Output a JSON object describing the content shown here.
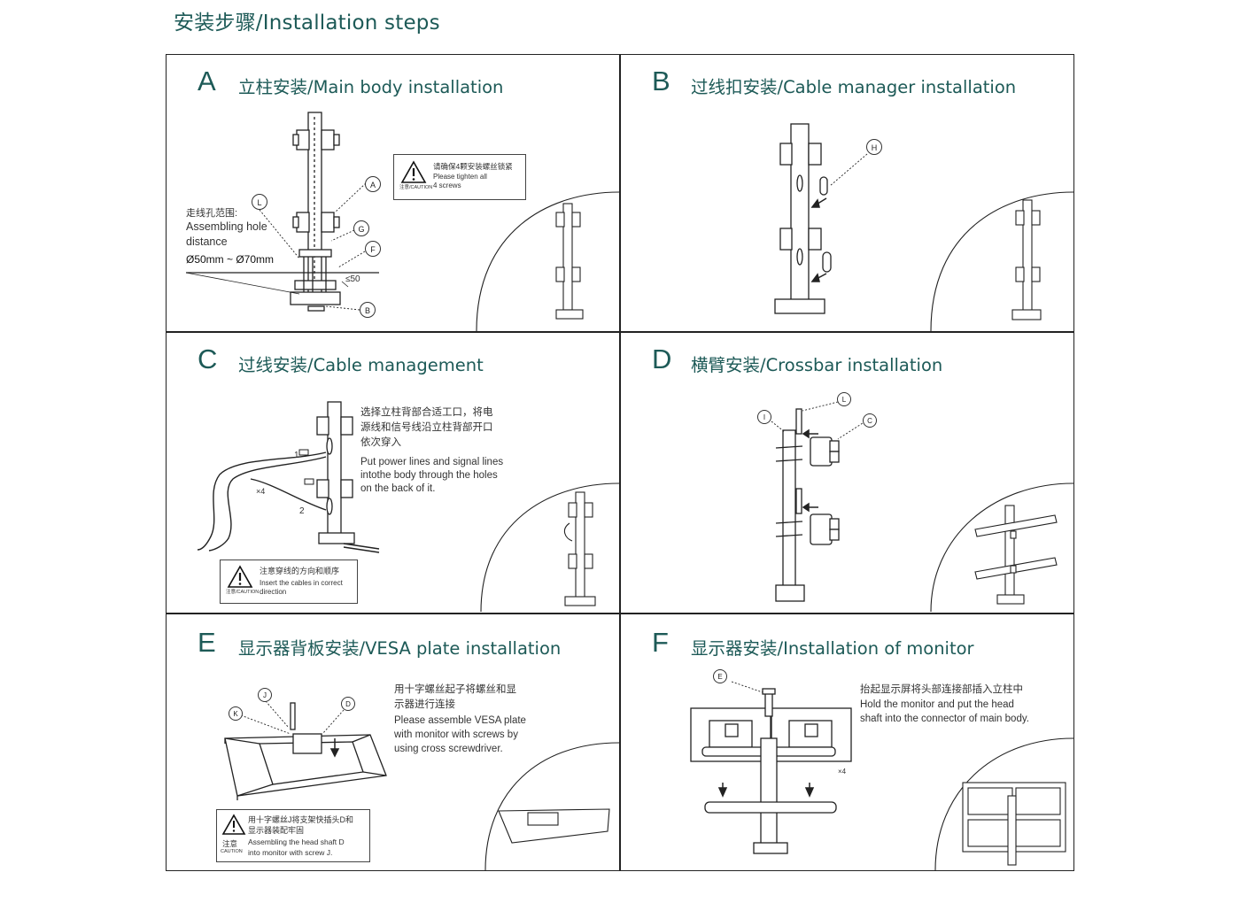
{
  "page_title": "安装步骤/Installation steps",
  "panels": {
    "a": {
      "letter": "A",
      "title": "立柱安装/Main body installation",
      "hole_label_cn": "走线孔范围:",
      "hole_label_en_1": "Assembling hole",
      "hole_label_en_2": "distance",
      "hole_range": "Ø50mm ~ Ø70mm",
      "max_thickness": "≤50",
      "caution_cn": "请确保4颗安装螺丝锁紧",
      "caution_en_1": "Please tighten all",
      "caution_en_2": "4 screws",
      "caution_tag": "注意/CAUTION",
      "callouts": [
        "A",
        "G",
        "F",
        "L",
        "B"
      ]
    },
    "b": {
      "letter": "B",
      "title": "过线扣安装/Cable manager installation",
      "callouts": [
        "H"
      ]
    },
    "c": {
      "letter": "C",
      "title": "过线安装/Cable management",
      "desc_cn_1": "选择立柱背部合适工口，将电",
      "desc_cn_2": "源线和信号线沿立柱背部开口",
      "desc_cn_3": "依次穿入",
      "desc_en_1": "Put power lines and signal lines",
      "desc_en_2": "intothe body through the holes",
      "desc_en_3": "on the back of it.",
      "label_1": "1",
      "label_2": "2",
      "label_x4": "×4",
      "caution_cn": "注意穿线的方向和顺序",
      "caution_en_1": "Insert the cables in correct",
      "caution_en_2": "direction",
      "caution_tag": "注意/CAUTION"
    },
    "d": {
      "letter": "D",
      "title": "横臂安装/Crossbar installation",
      "callouts": [
        "I",
        "L",
        "C"
      ]
    },
    "e": {
      "letter": "E",
      "title": "显示器背板安装/VESA plate installation",
      "desc_cn_1": "用十字螺丝起子将螺丝和显",
      "desc_cn_2": "示器进行连接",
      "desc_en_1": "Please assemble VESA plate",
      "desc_en_2": "with monitor with screws by",
      "desc_en_3": "using cross screwdriver.",
      "caution_cn_1": "用十字螺丝J将支架快插头D和",
      "caution_cn_2": "显示器装配牢固",
      "caution_en_1": "Assembling the head shaft D",
      "caution_en_2": "into monitor with screw J.",
      "caution_tag_cn": "注意",
      "caution_tag_en": "CAUTION",
      "callouts": [
        "J",
        "K",
        "D"
      ]
    },
    "f": {
      "letter": "F",
      "title": "显示器安装/Installation of monitor",
      "desc_cn": "抬起显示屏将头部连接部插入立柱中",
      "desc_en_1": "Hold the monitor and put the head",
      "desc_en_2": "shaft into the connector of main body.",
      "label_x4": "×4",
      "callouts": [
        "E"
      ]
    }
  },
  "colors": {
    "accent": "#1d5a57",
    "line": "#222222"
  }
}
